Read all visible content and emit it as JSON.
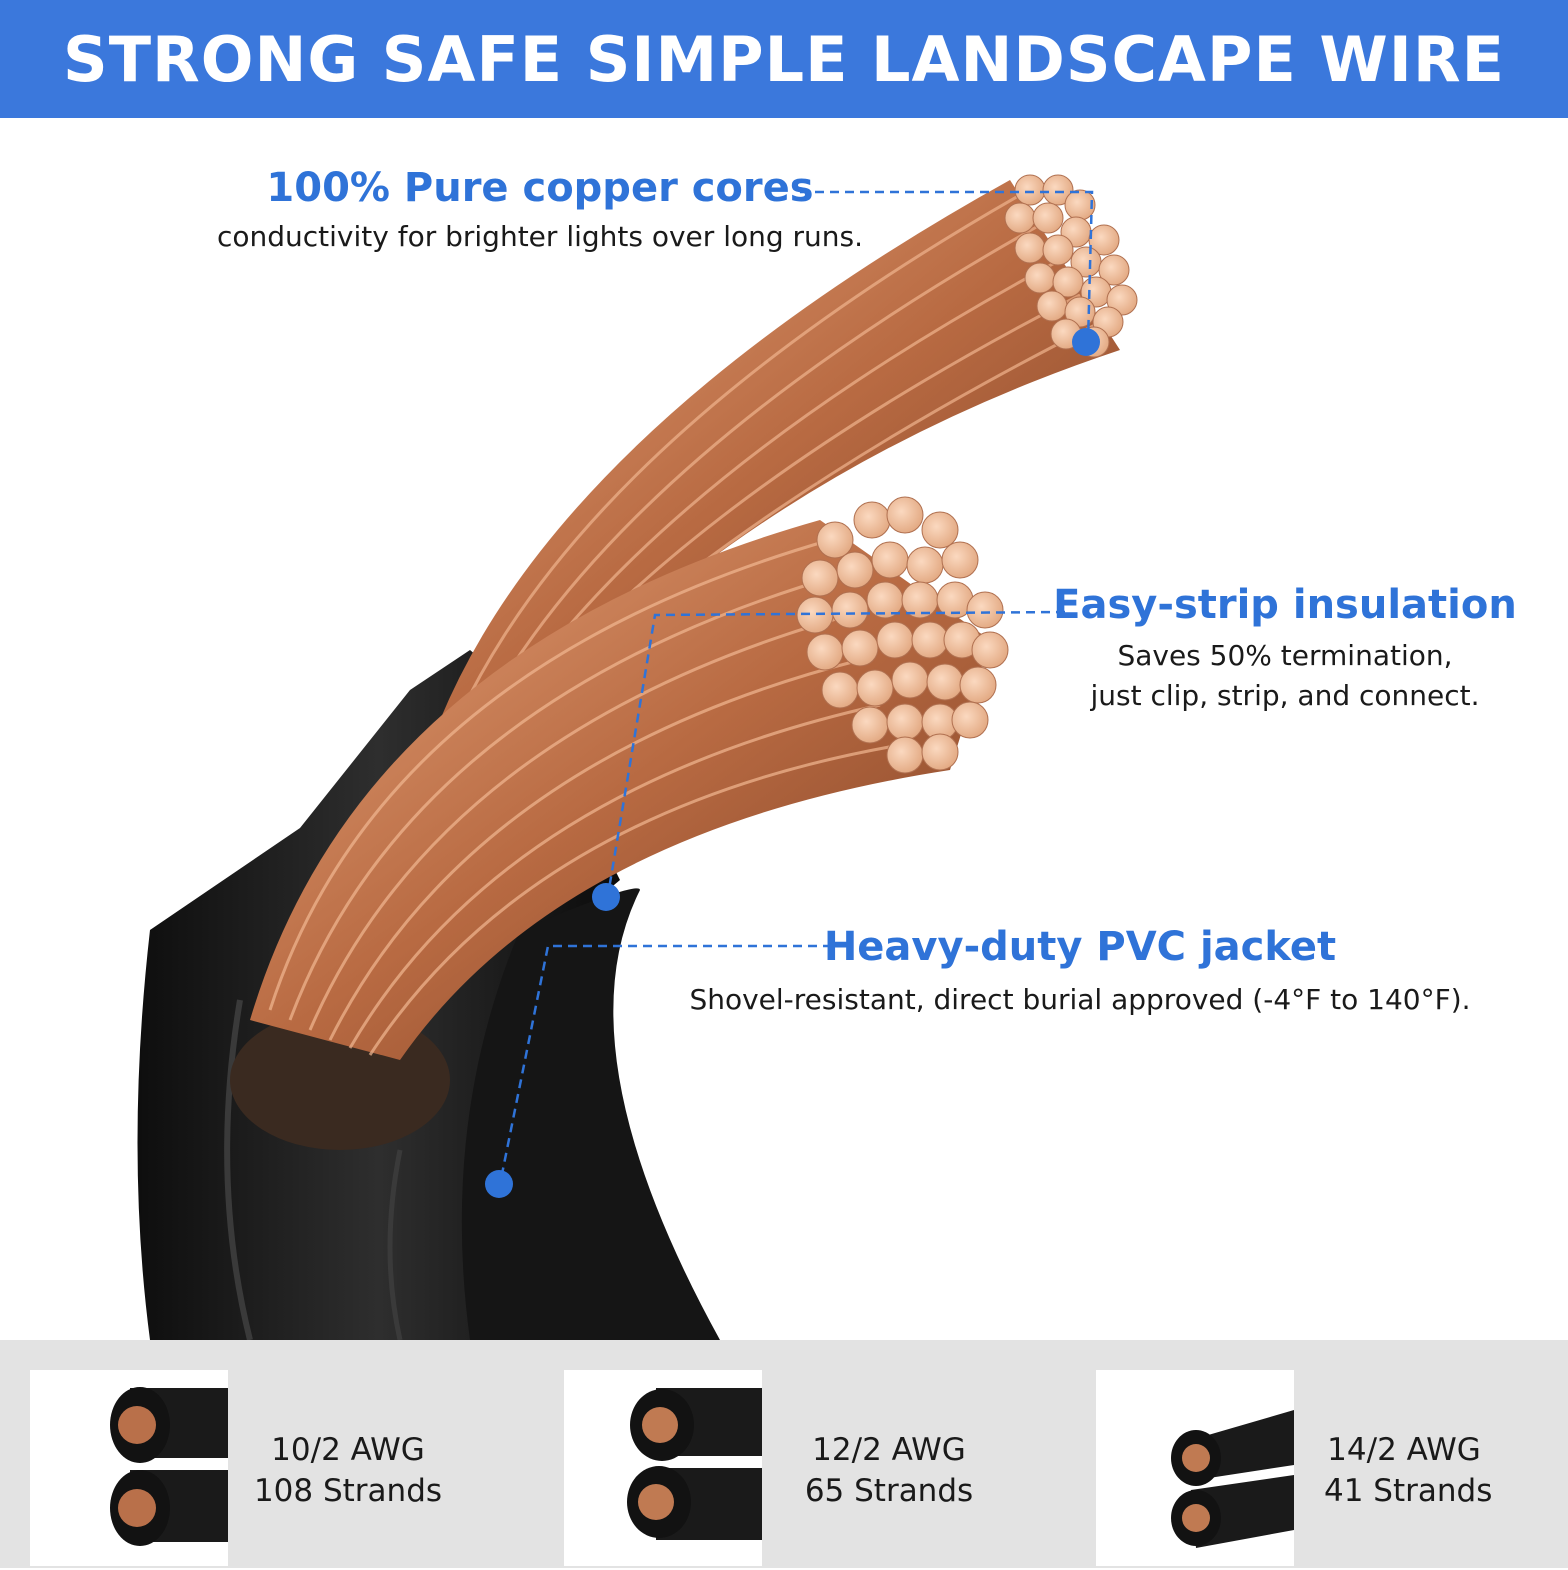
{
  "banner": {
    "title": "STRONG SAFE SIMPLE LANDSCAPE WIRE"
  },
  "colors": {
    "banner": "#3b78dc",
    "accent": "#2f73d8",
    "copper": "#c9825a",
    "jacket": "#1c1c1c",
    "bottom_bar": "#e3e3e3"
  },
  "callouts": [
    {
      "title": "100% Pure copper cores",
      "lines": [
        "conductivity for brighter lights over long runs."
      ]
    },
    {
      "title": "Easy-strip insulation",
      "lines": [
        "Saves 50% termination,",
        "just clip, strip, and connect."
      ]
    },
    {
      "title": "Heavy-duty PVC jacket",
      "lines": [
        "Shovel-resistant, direct burial approved (-4°F to 140°F)."
      ]
    }
  ],
  "specs": [
    {
      "gauge": "10/2 AWG",
      "strands": "108 Strands"
    },
    {
      "gauge": "12/2 AWG",
      "strands": "65 Strands"
    },
    {
      "gauge": "14/2 AWG",
      "strands": "41 Strands"
    }
  ]
}
